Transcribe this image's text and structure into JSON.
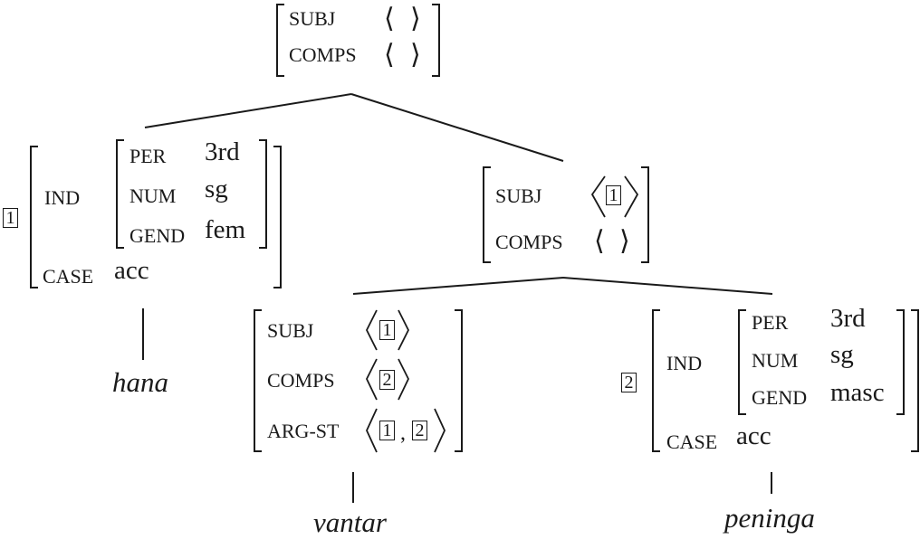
{
  "diagram": {
    "type": "HPSG feature-structure tree",
    "root": {
      "rows": [
        {
          "feature": "SUBJ",
          "value_open": "⟨",
          "value_close": "⟩"
        },
        {
          "feature": "COMPS",
          "value_open": "⟨",
          "value_close": "⟩"
        }
      ]
    },
    "left_np": {
      "tag": "1",
      "ind_label": "IND",
      "ind_rows": [
        {
          "feature": "PER",
          "value": "3rd"
        },
        {
          "feature": "NUM",
          "value": "sg"
        },
        {
          "feature": "GEND",
          "value": "fem"
        }
      ],
      "case_label": "CASE",
      "case_value": "acc",
      "word": "hana"
    },
    "vp": {
      "rows": [
        {
          "feature": "SUBJ",
          "tag": "1"
        },
        {
          "feature": "COMPS",
          "value_open": "⟨",
          "value_close": "⟩"
        }
      ]
    },
    "verb": {
      "rows": [
        {
          "feature": "SUBJ",
          "tags": [
            "1"
          ]
        },
        {
          "feature": "COMPS",
          "tags": [
            "2"
          ]
        },
        {
          "feature": "ARG-ST",
          "tags": [
            "1",
            "2"
          ],
          "separator": ","
        }
      ],
      "word": "vantar"
    },
    "object_np": {
      "tag": "2",
      "ind_label": "IND",
      "ind_rows": [
        {
          "feature": "PER",
          "value": "3rd"
        },
        {
          "feature": "NUM",
          "value": "sg"
        },
        {
          "feature": "GEND",
          "value": "masc"
        }
      ],
      "case_label": "CASE",
      "case_value": "acc",
      "word": "peninga"
    }
  }
}
